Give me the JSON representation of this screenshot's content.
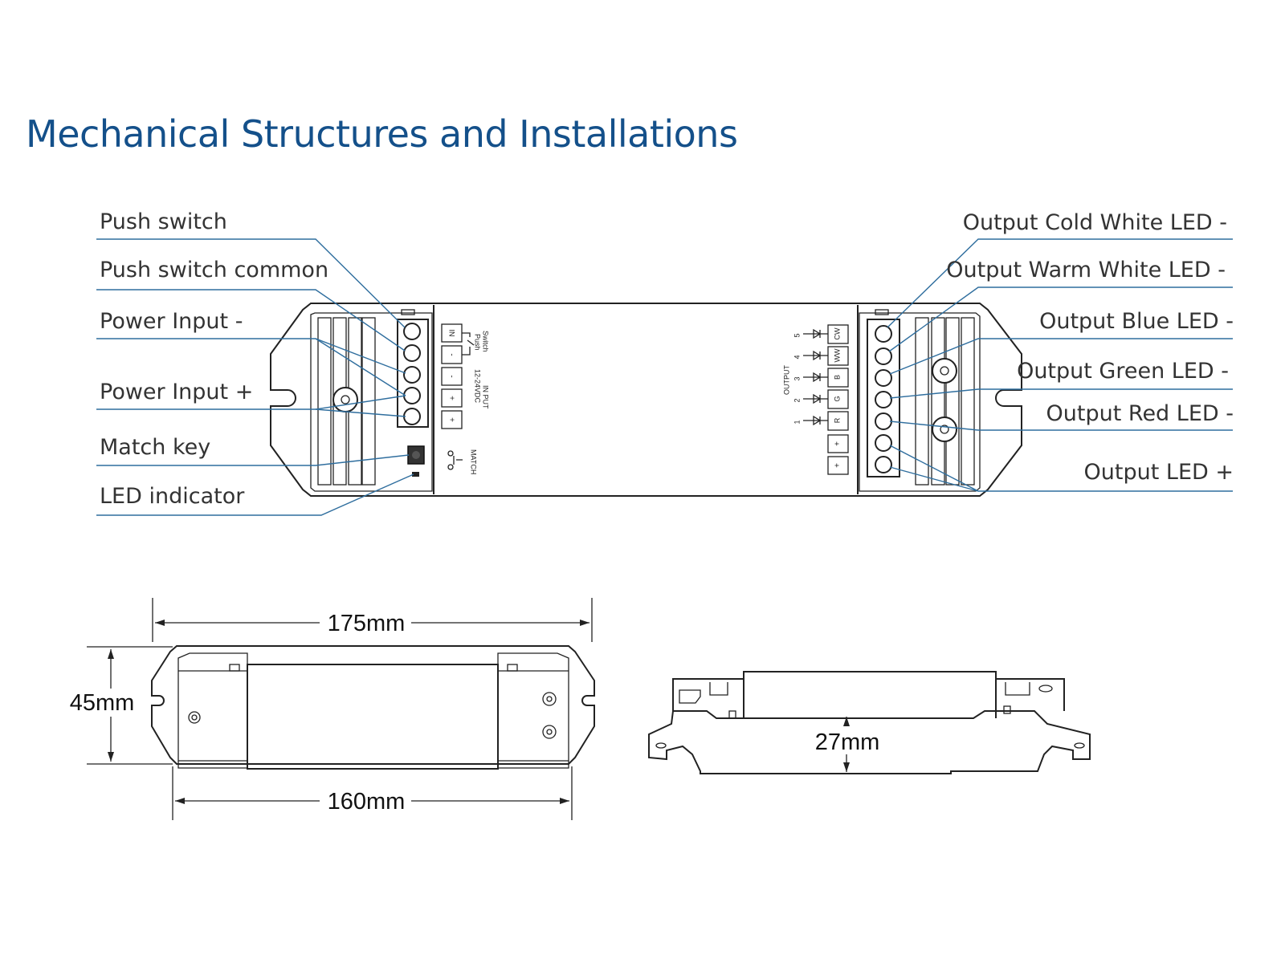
{
  "title": "Mechanical Structures and Installations",
  "left_labels": {
    "push_switch": "Push switch",
    "push_switch_common": "Push switch common",
    "power_input_minus": "Power Input -",
    "power_input_plus": "Power Input +",
    "match_key": "Match key",
    "led_indicator": "LED indicator"
  },
  "right_labels": {
    "cold_white": "Output Cold White LED -",
    "warm_white": "Output Warm White LED -",
    "blue": "Output Blue LED -",
    "green": "Output Green LED -",
    "red": "Output Red LED -",
    "plus": "Output LED +"
  },
  "input_panel": {
    "terminals": [
      "IN",
      "-",
      "-",
      "+",
      "+"
    ],
    "switch_text": "Switch",
    "push_text": "Push",
    "input_text": "IN PUT",
    "voltage_text": "12-24VDC",
    "match_text": "MATCH"
  },
  "output_panel": {
    "output_text": "OUTPUT",
    "channels": [
      {
        "num": "5",
        "code": "CW"
      },
      {
        "num": "4",
        "code": "WW"
      },
      {
        "num": "3",
        "code": "B"
      },
      {
        "num": "2",
        "code": "G"
      },
      {
        "num": "1",
        "code": "R"
      }
    ],
    "plus_terminals": [
      "+",
      "+"
    ]
  },
  "dimensions": {
    "length_total": "175mm",
    "length_body": "160mm",
    "width": "45mm",
    "height": "27mm"
  },
  "colors": {
    "title": "#14508a",
    "leader_lines": "#2f6e9e",
    "outline": "#222222"
  }
}
